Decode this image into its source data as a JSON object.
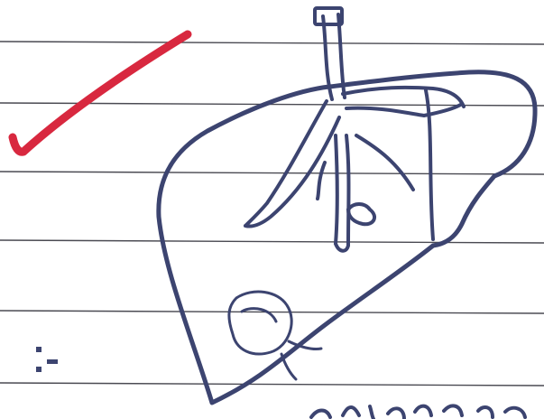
{
  "colors": {
    "paper": "#ffffff",
    "ruled_line": "#4a4a52",
    "pen_ink": "#3c4470",
    "red_ink": "#d8283f"
  },
  "image": {
    "subject": "hand-drawn-liver-with-portal-vein-and-gallbladder-on-ruled-notebook-paper",
    "marks": [
      "red-checkmark",
      "liver-outline",
      "portal-vein-tree",
      "gallbladder-sketch",
      "colon-mark"
    ]
  }
}
